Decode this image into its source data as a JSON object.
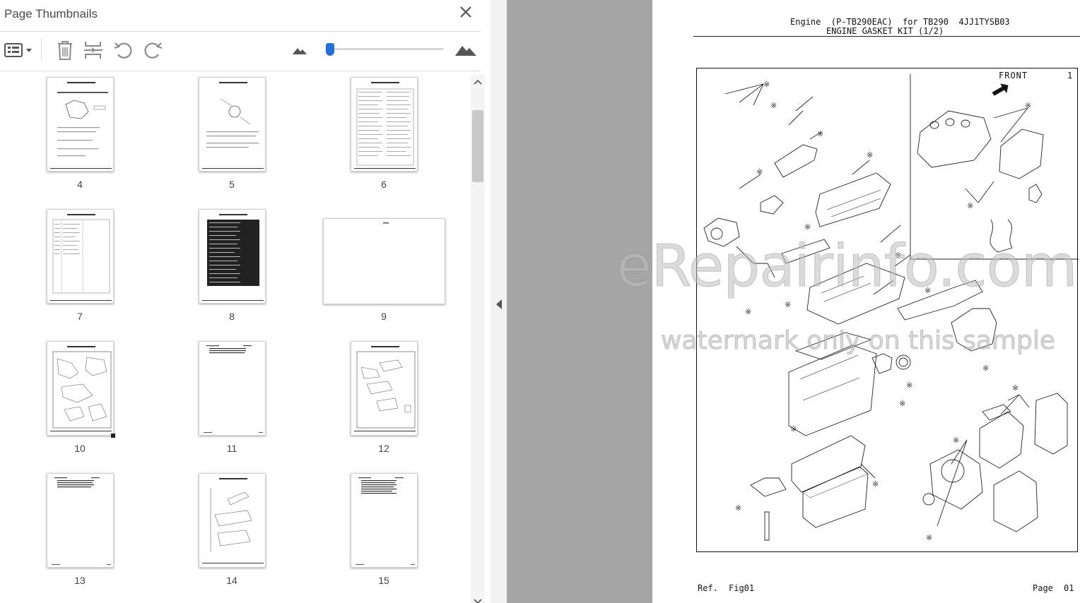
{
  "panel": {
    "title": "Page Thumbnails",
    "zoom_fraction": 0.02
  },
  "thumbnails": [
    {
      "label": "4"
    },
    {
      "label": "5"
    },
    {
      "label": "6"
    },
    {
      "label": "7"
    },
    {
      "label": "8"
    },
    {
      "label": "9"
    },
    {
      "label": "10"
    },
    {
      "label": "11"
    },
    {
      "label": "12"
    },
    {
      "label": "13"
    },
    {
      "label": "14"
    },
    {
      "label": "15"
    }
  ],
  "document": {
    "title_line1": "Engine  (P-TB290EAC)  for TB290  4JJ1TYSB03",
    "title_line2": "ENGINE GASKET KIT (1/2)",
    "front_label": "FRONT",
    "callout": "1",
    "footer_ref": "Ref.",
    "footer_fig": "Fig01",
    "footer_page": "Page",
    "footer_page_num": "01",
    "watermark": "eRepairinfo.com",
    "watermark_sub": "watermark only on this sample"
  },
  "colors": {
    "accent": "#2470d8",
    "viewer_bg": "#a6a6a6"
  }
}
